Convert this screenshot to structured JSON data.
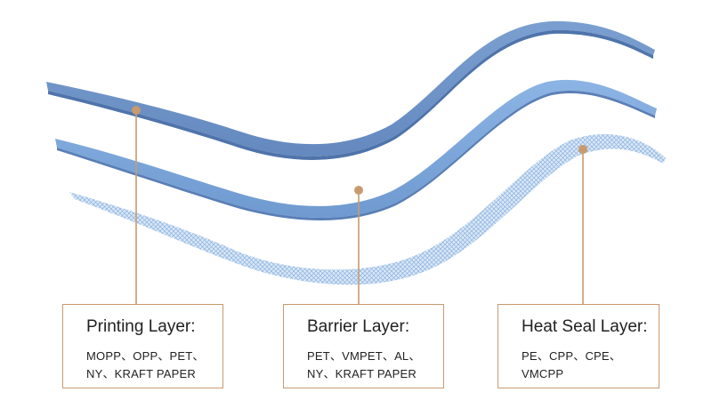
{
  "layers": [
    {
      "id": "printing",
      "title": "Printing Layer:",
      "materials": [
        "MOPP、OPP、PET、",
        "NY、KRAFT PAPER"
      ]
    },
    {
      "id": "barrier",
      "title": "Barrier Layer:",
      "materials": [
        "PET、VMPET、AL、",
        "NY、KRAFT PAPER"
      ]
    },
    {
      "id": "heat_seal",
      "title": "Heat Seal Layer:",
      "materials": [
        "PE、CPP、CPE、",
        "VMCPP"
      ]
    }
  ],
  "colors": {
    "printing_sheet": "#6e95c8",
    "barrier_sheet": "#7aa5d8",
    "heat_seal_mesh": "#9fc0e6",
    "connector": "#c99a6e"
  }
}
